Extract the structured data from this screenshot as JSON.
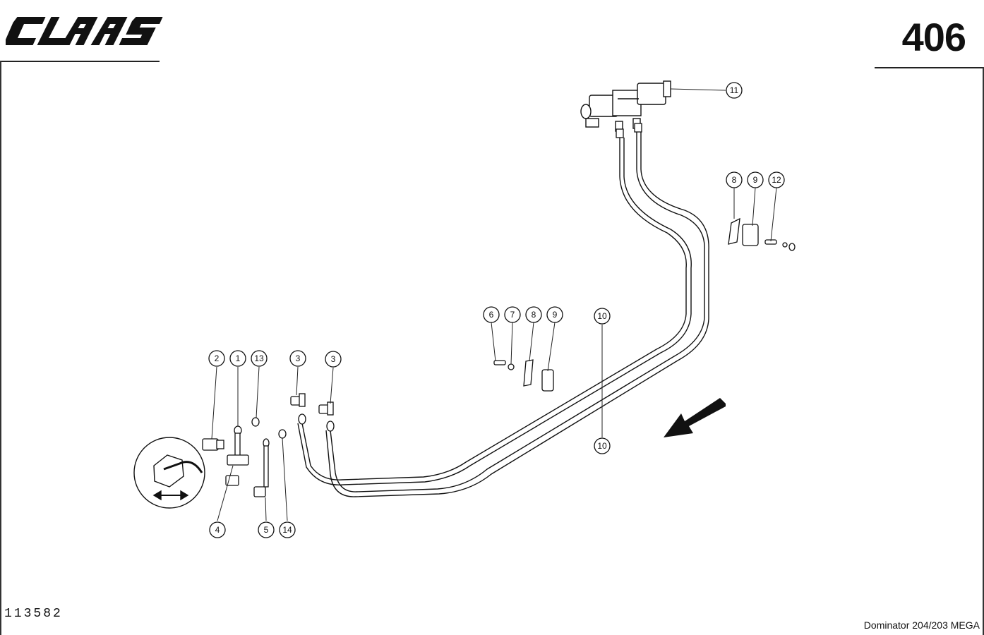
{
  "header": {
    "brand": "CLAAS",
    "page_number": "406"
  },
  "footer": {
    "drawing_id": "113582",
    "model": "Dominator 204/203 MEGA"
  },
  "callouts": [
    {
      "id": "c11",
      "label": "11"
    },
    {
      "id": "c8a",
      "label": "8"
    },
    {
      "id": "c9a",
      "label": "9"
    },
    {
      "id": "c12",
      "label": "12"
    },
    {
      "id": "c6",
      "label": "6"
    },
    {
      "id": "c7",
      "label": "7"
    },
    {
      "id": "c8b",
      "label": "8"
    },
    {
      "id": "c9b",
      "label": "9"
    },
    {
      "id": "c10a",
      "label": "10"
    },
    {
      "id": "c10b",
      "label": "10"
    },
    {
      "id": "c2",
      "label": "2"
    },
    {
      "id": "c1",
      "label": "1"
    },
    {
      "id": "c13",
      "label": "13"
    },
    {
      "id": "c3a",
      "label": "3"
    },
    {
      "id": "c3b",
      "label": "3"
    },
    {
      "id": "c4",
      "label": "4"
    },
    {
      "id": "c5",
      "label": "5"
    },
    {
      "id": "c14",
      "label": "14"
    }
  ]
}
